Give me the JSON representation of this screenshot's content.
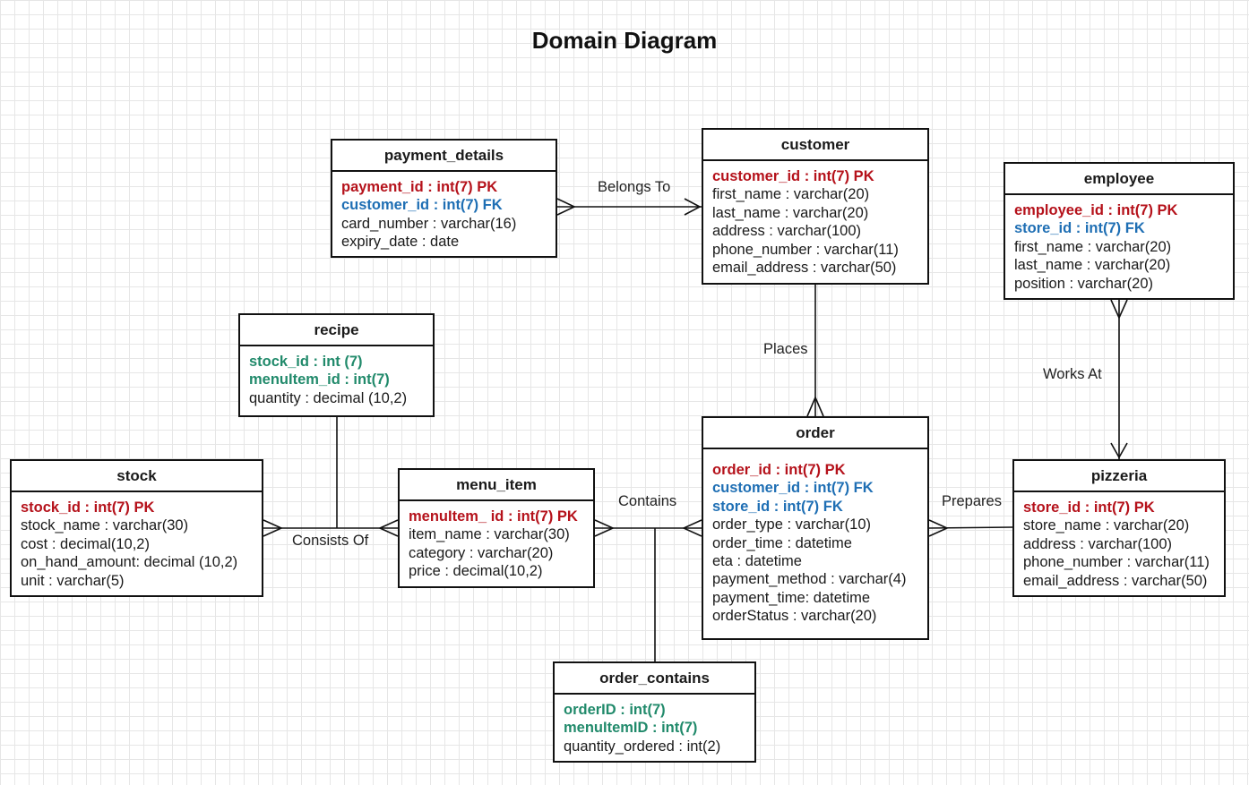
{
  "title": "Domain Diagram",
  "entities": {
    "payment_details": {
      "name": "payment_details",
      "fields": [
        {
          "text": "payment_id : int(7) PK",
          "kind": "pk"
        },
        {
          "text": "customer_id : int(7) FK",
          "kind": "fk"
        },
        {
          "text": "card_number : varchar(16)",
          "kind": "attr"
        },
        {
          "text": "expiry_date : date",
          "kind": "attr"
        }
      ]
    },
    "customer": {
      "name": "customer",
      "fields": [
        {
          "text": "customer_id : int(7) PK",
          "kind": "pk"
        },
        {
          "text": "first_name : varchar(20)",
          "kind": "attr"
        },
        {
          "text": "last_name : varchar(20)",
          "kind": "attr"
        },
        {
          "text": "address : varchar(100)",
          "kind": "attr"
        },
        {
          "text": "phone_number : varchar(11)",
          "kind": "attr"
        },
        {
          "text": "email_address : varchar(50)",
          "kind": "attr"
        }
      ]
    },
    "employee": {
      "name": "employee",
      "fields": [
        {
          "text": "employee_id : int(7) PK",
          "kind": "pk"
        },
        {
          "text": "store_id : int(7) FK",
          "kind": "fk"
        },
        {
          "text": "first_name : varchar(20)",
          "kind": "attr"
        },
        {
          "text": "last_name : varchar(20)",
          "kind": "attr"
        },
        {
          "text": "position : varchar(20)",
          "kind": "attr"
        }
      ]
    },
    "recipe": {
      "name": "recipe",
      "fields": [
        {
          "text": "stock_id : int (7)",
          "kind": "ck"
        },
        {
          "text": "menuItem_id : int(7)",
          "kind": "ck"
        },
        {
          "text": "quantity : decimal (10,2)",
          "kind": "attr"
        }
      ]
    },
    "stock": {
      "name": "stock",
      "fields": [
        {
          "text": "stock_id : int(7) PK",
          "kind": "pk"
        },
        {
          "text": "stock_name : varchar(30)",
          "kind": "attr"
        },
        {
          "text": "cost : decimal(10,2)",
          "kind": "attr"
        },
        {
          "text": "on_hand_amount: decimal (10,2)",
          "kind": "attr"
        },
        {
          "text": "unit : varchar(5)",
          "kind": "attr"
        }
      ]
    },
    "menu_item": {
      "name": "menu_item",
      "fields": [
        {
          "text": "menuItem_ id : int(7) PK",
          "kind": "pk"
        },
        {
          "text": "item_name : varchar(30)",
          "kind": "attr"
        },
        {
          "text": "category : varchar(20)",
          "kind": "attr"
        },
        {
          "text": "price : decimal(10,2)",
          "kind": "attr"
        }
      ]
    },
    "order": {
      "name": "order",
      "fields": [
        {
          "text": "order_id : int(7) PK",
          "kind": "pk"
        },
        {
          "text": "customer_id : int(7) FK",
          "kind": "fk"
        },
        {
          "text": "store_id : int(7) FK",
          "kind": "fk"
        },
        {
          "text": "order_type : varchar(10)",
          "kind": "attr"
        },
        {
          "text": "order_time : datetime",
          "kind": "attr"
        },
        {
          "text": "eta : datetime",
          "kind": "attr"
        },
        {
          "text": "payment_method : varchar(4)",
          "kind": "attr"
        },
        {
          "text": "payment_time: datetime",
          "kind": "attr"
        },
        {
          "text": "orderStatus : varchar(20)",
          "kind": "attr"
        }
      ]
    },
    "pizzeria": {
      "name": "pizzeria",
      "fields": [
        {
          "text": "store_id : int(7) PK",
          "kind": "pk"
        },
        {
          "text": "store_name : varchar(20)",
          "kind": "attr"
        },
        {
          "text": "address : varchar(100)",
          "kind": "attr"
        },
        {
          "text": "phone_number : varchar(11)",
          "kind": "attr"
        },
        {
          "text": "email_address : varchar(50)",
          "kind": "attr"
        }
      ]
    },
    "order_contains": {
      "name": "order_contains",
      "fields": [
        {
          "text": "orderID : int(7)",
          "kind": "ck"
        },
        {
          "text": "menuItemID : int(7)",
          "kind": "ck"
        },
        {
          "text": "quantity_ordered : int(2)",
          "kind": "attr"
        }
      ]
    }
  },
  "relationships": {
    "belongs_to": "Belongs To",
    "places": "Places",
    "works_at": "Works At",
    "consists_of": "Consists Of",
    "contains": "Contains",
    "prepares": "Prepares"
  },
  "colors": {
    "pk": "#b5121b",
    "fk": "#1f6fb4",
    "composite_key": "#218a6b",
    "line": "#111111"
  }
}
